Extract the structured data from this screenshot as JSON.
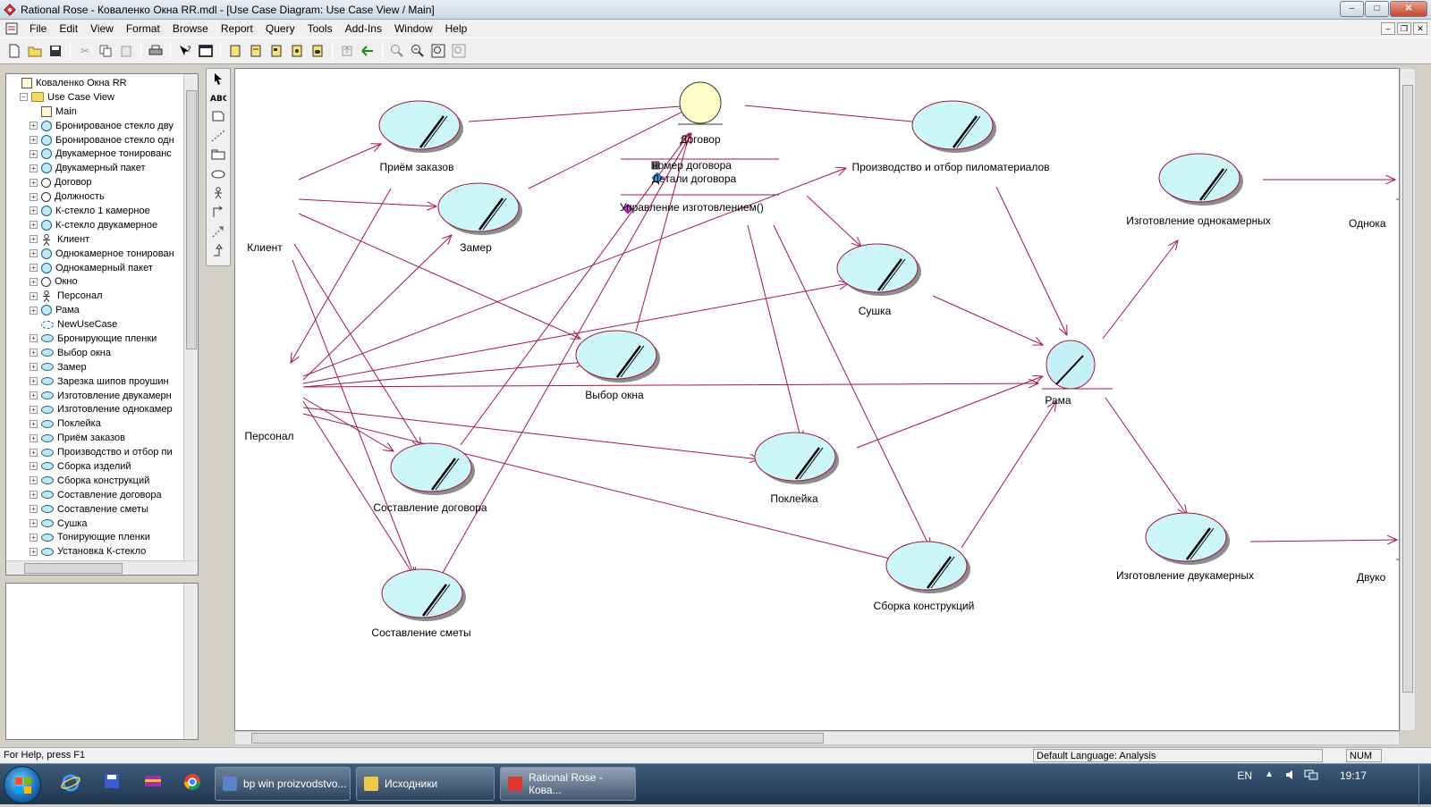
{
  "window": {
    "title": "Rational Rose - Коваленко Окна RR.mdl - [Use Case Diagram: Use Case View / Main]",
    "minimize": "–",
    "maximize": "□",
    "close": "✕"
  },
  "mdi": {
    "minimize": "–",
    "restore": "❐",
    "close": "✕"
  },
  "menu": [
    "File",
    "Edit",
    "View",
    "Format",
    "Browse",
    "Report",
    "Query",
    "Tools",
    "Add-Ins",
    "Window",
    "Help"
  ],
  "browser": {
    "items": [
      {
        "indent": 0,
        "toggle": "",
        "icon": "diag",
        "label": "Коваленко Окна RR"
      },
      {
        "indent": 1,
        "toggle": "−",
        "icon": "folder",
        "label": "Use Case View"
      },
      {
        "indent": 2,
        "toggle": "",
        "icon": "diag",
        "label": "Main"
      },
      {
        "indent": 2,
        "toggle": "+",
        "icon": "boundary",
        "label": "Бронированое стекло дву"
      },
      {
        "indent": 2,
        "toggle": "+",
        "icon": "boundary",
        "label": "Бронированое стекло одн"
      },
      {
        "indent": 2,
        "toggle": "+",
        "icon": "boundary",
        "label": "Двукамерное тонированс"
      },
      {
        "indent": 2,
        "toggle": "+",
        "icon": "boundary",
        "label": "Двукамерный пакет"
      },
      {
        "indent": 2,
        "toggle": "+",
        "icon": "class",
        "label": "Договор"
      },
      {
        "indent": 2,
        "toggle": "+",
        "icon": "class",
        "label": "Должность"
      },
      {
        "indent": 2,
        "toggle": "+",
        "icon": "boundary",
        "label": "К-стекло 1 камерное"
      },
      {
        "indent": 2,
        "toggle": "+",
        "icon": "boundary",
        "label": "К-стекло двукамерное"
      },
      {
        "indent": 2,
        "toggle": "+",
        "icon": "actor",
        "label": "Клиент"
      },
      {
        "indent": 2,
        "toggle": "+",
        "icon": "boundary",
        "label": "Однокамерное тонирован"
      },
      {
        "indent": 2,
        "toggle": "+",
        "icon": "boundary",
        "label": "Однокамерный пакет"
      },
      {
        "indent": 2,
        "toggle": "+",
        "icon": "class",
        "label": "Окно"
      },
      {
        "indent": 2,
        "toggle": "+",
        "icon": "actor",
        "label": "Персонал"
      },
      {
        "indent": 2,
        "toggle": "+",
        "icon": "boundary",
        "label": "Рама"
      },
      {
        "indent": 2,
        "toggle": "",
        "icon": "new",
        "label": "NewUseCase"
      },
      {
        "indent": 2,
        "toggle": "+",
        "icon": "uc",
        "label": "Бронирующие пленки"
      },
      {
        "indent": 2,
        "toggle": "+",
        "icon": "uc",
        "label": "Выбор окна"
      },
      {
        "indent": 2,
        "toggle": "+",
        "icon": "uc",
        "label": "Замер"
      },
      {
        "indent": 2,
        "toggle": "+",
        "icon": "uc",
        "label": "Зарезка шипов проушин"
      },
      {
        "indent": 2,
        "toggle": "+",
        "icon": "uc",
        "label": "Изготовление двукамерн"
      },
      {
        "indent": 2,
        "toggle": "+",
        "icon": "uc",
        "label": "Изготовление однокамер"
      },
      {
        "indent": 2,
        "toggle": "+",
        "icon": "uc",
        "label": "Поклейка"
      },
      {
        "indent": 2,
        "toggle": "+",
        "icon": "uc",
        "label": "Приём заказов"
      },
      {
        "indent": 2,
        "toggle": "+",
        "icon": "uc",
        "label": "Производство и отбор пи"
      },
      {
        "indent": 2,
        "toggle": "+",
        "icon": "uc",
        "label": "Сборка изделий"
      },
      {
        "indent": 2,
        "toggle": "+",
        "icon": "uc",
        "label": "Сборка конструкций"
      },
      {
        "indent": 2,
        "toggle": "+",
        "icon": "uc",
        "label": "Составление договора"
      },
      {
        "indent": 2,
        "toggle": "+",
        "icon": "uc",
        "label": "Составление сметы"
      },
      {
        "indent": 2,
        "toggle": "+",
        "icon": "uc",
        "label": "Сушка"
      },
      {
        "indent": 2,
        "toggle": "+",
        "icon": "uc",
        "label": "Тонирующие пленки"
      },
      {
        "indent": 2,
        "toggle": "+",
        "icon": "uc",
        "label": "Установка К-стекло"
      }
    ]
  },
  "diagram": {
    "actors": {
      "client": "Клиент",
      "staff": "Персонал"
    },
    "usecases": {
      "orders": "Приём заказов",
      "measure": "Замер",
      "choose": "Выбор окна",
      "contract_make": "Составление договора",
      "estimate": "Составление сметы",
      "production": "Производство и отбор пиломатериалов",
      "drying": "Сушка",
      "gluing": "Поклейка",
      "assembly": "Сборка конструкций",
      "single": "Изготовление однокамерных",
      "double": "Изготовление двукамерных",
      "single_cut": "Однока",
      "double_cut": "Двуко"
    },
    "classes": {
      "contract": {
        "name": "Договор",
        "attributes": [
          "номер договора",
          "Детали договора"
        ],
        "operations": [
          "Управление изготовлением()"
        ]
      },
      "frame": {
        "name": "Рама"
      }
    }
  },
  "status": {
    "help": "For Help, press F1",
    "language": "Default Language: Analysis",
    "num": "NUM"
  },
  "taskbar": {
    "tasks": [
      "bp win proizvodstvo...",
      "Исходники",
      "Rational Rose - Кова..."
    ],
    "lang": "EN",
    "time": "19:17"
  },
  "colors": {
    "usecase_fill": "#cdf6f8",
    "usecase_stroke": "#9c1745",
    "relation": "#a3164a",
    "actor_fill": "#c6f1f6",
    "class_fill": "#fffcc8"
  }
}
